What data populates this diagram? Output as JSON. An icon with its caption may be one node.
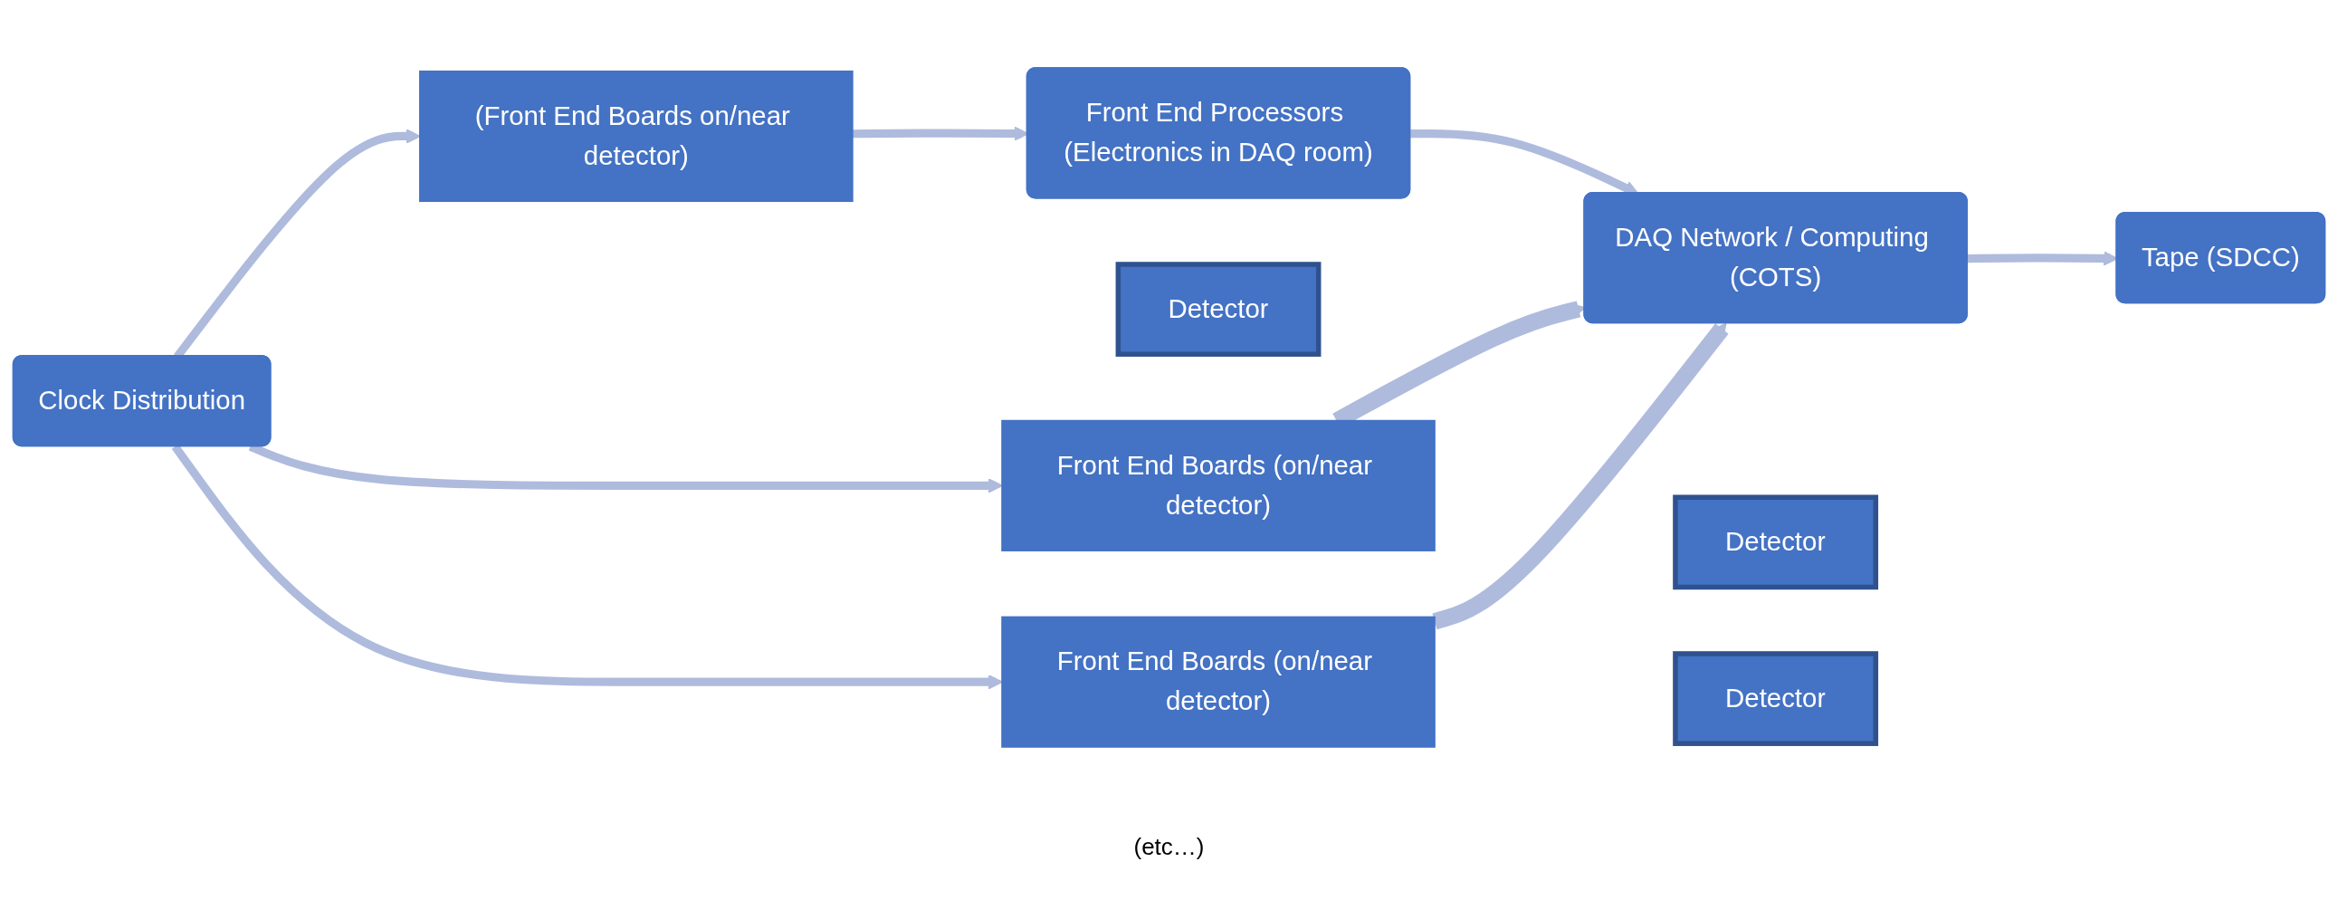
{
  "diagram": {
    "nodes": [
      {
        "text": [
          "Clock Distribution"
        ]
      },
      {
        "text": [
          "(Front End Boards on/near detector)"
        ]
      },
      {
        "text": [
          "Detector"
        ]
      },
      {
        "text": [
          "Front End Processors (Electronics in DAQ room)"
        ]
      },
      {
        "text": [
          "Front End Boards (on/near detector)"
        ]
      },
      {
        "text": [
          "Detector"
        ]
      },
      {
        "text": [
          "Front End Boards (on/near detector)"
        ]
      },
      {
        "text": [
          "Detector"
        ]
      },
      {
        "text": [
          "DAQ Network / Computing (COTS)"
        ]
      },
      {
        "text": [
          "Tape (SDCC)"
        ]
      }
    ],
    "edges": [
      {
        "from": 0,
        "to": 1,
        "arrow": "to"
      },
      {
        "from": 1,
        "to": 3,
        "arrow": "to"
      },
      {
        "from": 3,
        "to": 8,
        "arrow": "to"
      },
      {
        "from": 0,
        "to": 4,
        "arrow": "to"
      },
      {
        "from": 4,
        "to": 8,
        "arrow": "to",
        "style": "thick"
      },
      {
        "from": 0,
        "to": 6,
        "arrow": "to"
      },
      {
        "from": 6,
        "to": 8,
        "arrow": "to",
        "style": "thick"
      },
      {
        "from": 8,
        "to": 9,
        "arrow": "to"
      }
    ],
    "labels": [
      "(etc…)"
    ]
  }
}
